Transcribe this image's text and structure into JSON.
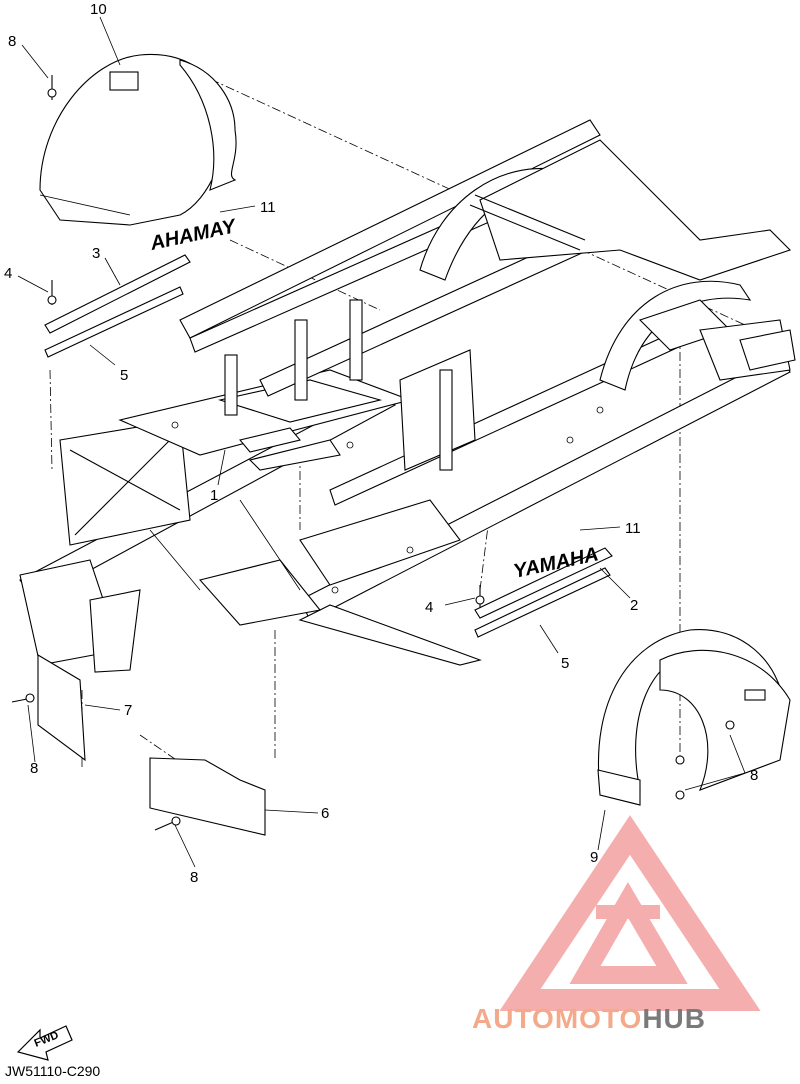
{
  "diagram": {
    "code": "JW51110-C290",
    "fwd_label": "FWD",
    "callouts": [
      {
        "id": "c10",
        "label": "10"
      },
      {
        "id": "c8a",
        "label": "8"
      },
      {
        "id": "c11a",
        "label": "11"
      },
      {
        "id": "c3",
        "label": "3"
      },
      {
        "id": "c4a",
        "label": "4"
      },
      {
        "id": "c5a",
        "label": "5"
      },
      {
        "id": "c1",
        "label": "1"
      },
      {
        "id": "c11b",
        "label": "11"
      },
      {
        "id": "c2",
        "label": "2"
      },
      {
        "id": "c4b",
        "label": "4"
      },
      {
        "id": "c5b",
        "label": "5"
      },
      {
        "id": "c7",
        "label": "7"
      },
      {
        "id": "c8b",
        "label": "8"
      },
      {
        "id": "c6",
        "label": "6"
      },
      {
        "id": "c8c",
        "label": "8"
      },
      {
        "id": "c8d",
        "label": "8"
      },
      {
        "id": "c9",
        "label": "9"
      }
    ],
    "decals": {
      "left": "AHAMAY",
      "right": "YAMAHA"
    }
  },
  "watermark": {
    "part1": "AUTO",
    "part2": "MOTO",
    "part3": "HUB",
    "color_accent": "#f4a98a",
    "color_gray": "#7a7a7a"
  }
}
